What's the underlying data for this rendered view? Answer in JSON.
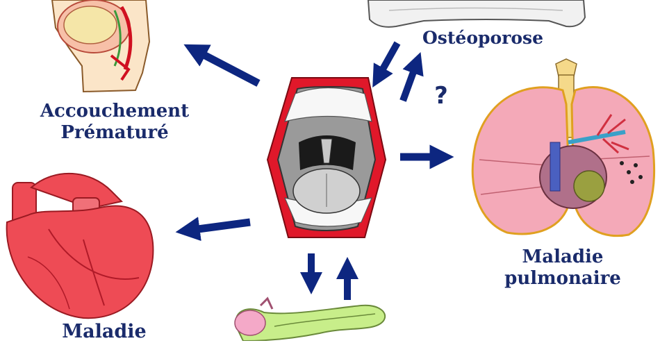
{
  "labels": {
    "accouchement_line1": "Accouchement",
    "accouchement_line2": "Prématuré",
    "osteoporose": "Ostéoporose",
    "pulmonaire_line1": "Maladie",
    "pulmonaire_line2": "pulmonaire",
    "cardio_line1": "Maladie",
    "question_mark": "?"
  },
  "icons": {
    "center": "open-mouth-icon",
    "top_left": "pregnancy-anatomy-icon",
    "top_right": "bone-icon",
    "right": "lungs-icon",
    "left": "heart-icon",
    "bottom": "pancreas-icon"
  },
  "colors": {
    "arrow": "#0d2680",
    "label": "#1a2b6b",
    "mouth_red": "#e0182a",
    "lung_pink": "#f4a9b8",
    "heart_red": "#ee4b55",
    "pancreas_green": "#c8ee8a"
  }
}
